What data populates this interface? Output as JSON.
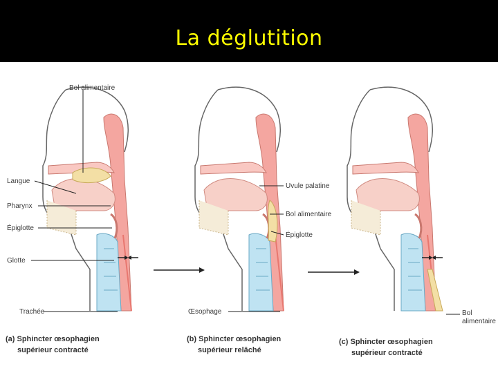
{
  "slide": {
    "title": "La déglutition"
  },
  "labels": {
    "bol_alimentaire_a": "Bol alimentaire",
    "langue": "Langue",
    "pharynx": "Pharynx",
    "epiglotte_a": "Épiglotte",
    "glotte": "Glotte",
    "trachee": "Trachée",
    "uvule_palatine": "Uvule palatine",
    "bol_alimentaire_b": "Bol alimentaire",
    "epiglotte_b": "Épiglotte",
    "oesophage": "Œsophage",
    "bol_c_line1": "Bol",
    "bol_c_line2": "alimentaire"
  },
  "captions": {
    "a_line1": "(a) Sphincter œsophagien",
    "a_line2": "supérieur contracté",
    "b_line1": "(b) Sphincter œsophagien",
    "b_line2": "supérieur relâché",
    "c_line1": "(c) Sphincter œsophagien",
    "c_line2": "supérieur contracté"
  },
  "colors": {
    "title": "#ffff00",
    "tissue": "#f4a6a0",
    "tissue_dark": "#e8776f",
    "bolus": "#f3dfa5",
    "cartilage": "#bfe3f2",
    "outline": "#555555"
  }
}
